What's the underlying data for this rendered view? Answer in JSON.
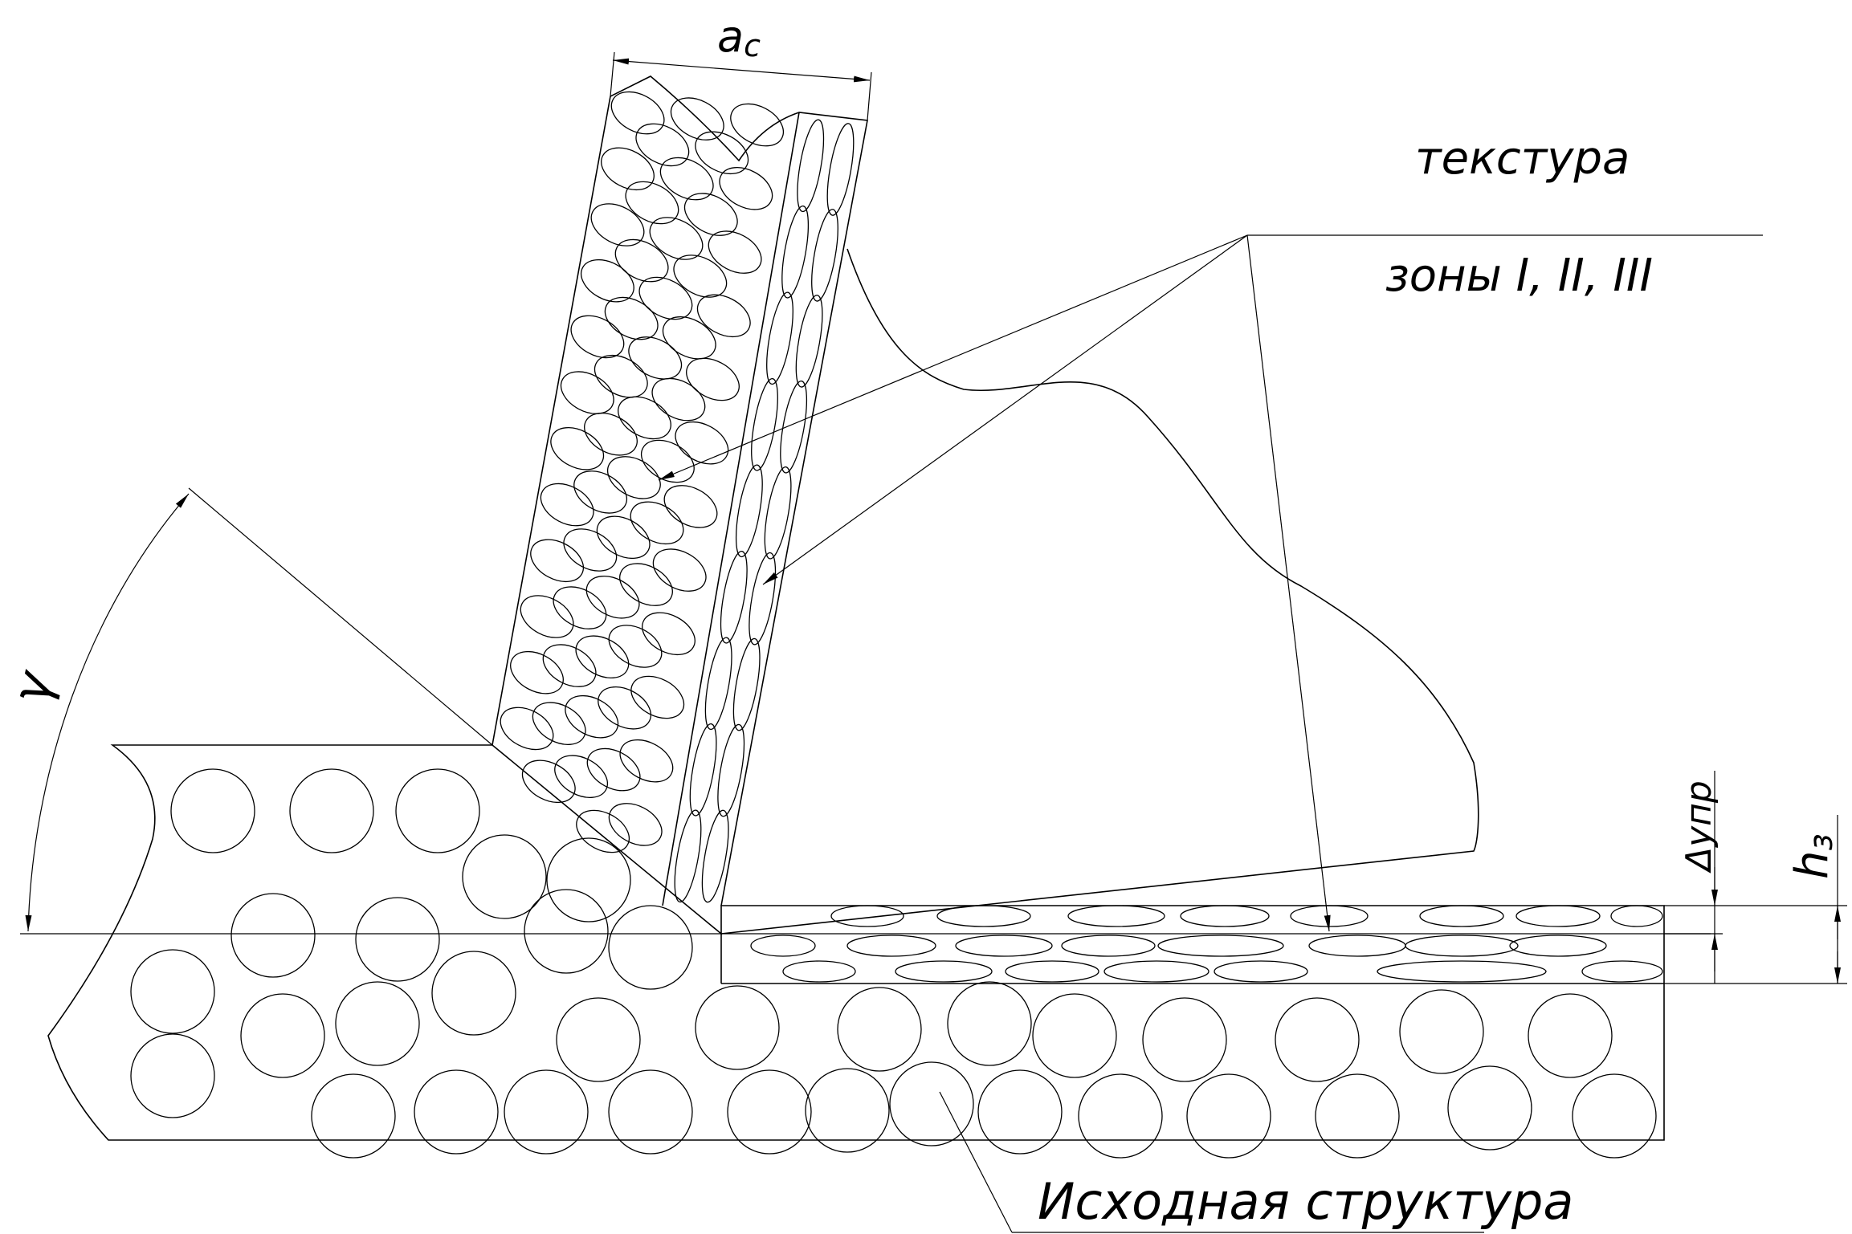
{
  "labels": {
    "chip_thickness": "a",
    "chip_thickness_sub": "c",
    "texture": "текстура",
    "zones": "зоны I, II, III",
    "rake_angle": "γ",
    "elastic_recovery": "Δупр",
    "hardened_depth": "h",
    "hardened_depth_sub": "з",
    "initial_structure": "Исходная структура"
  }
}
